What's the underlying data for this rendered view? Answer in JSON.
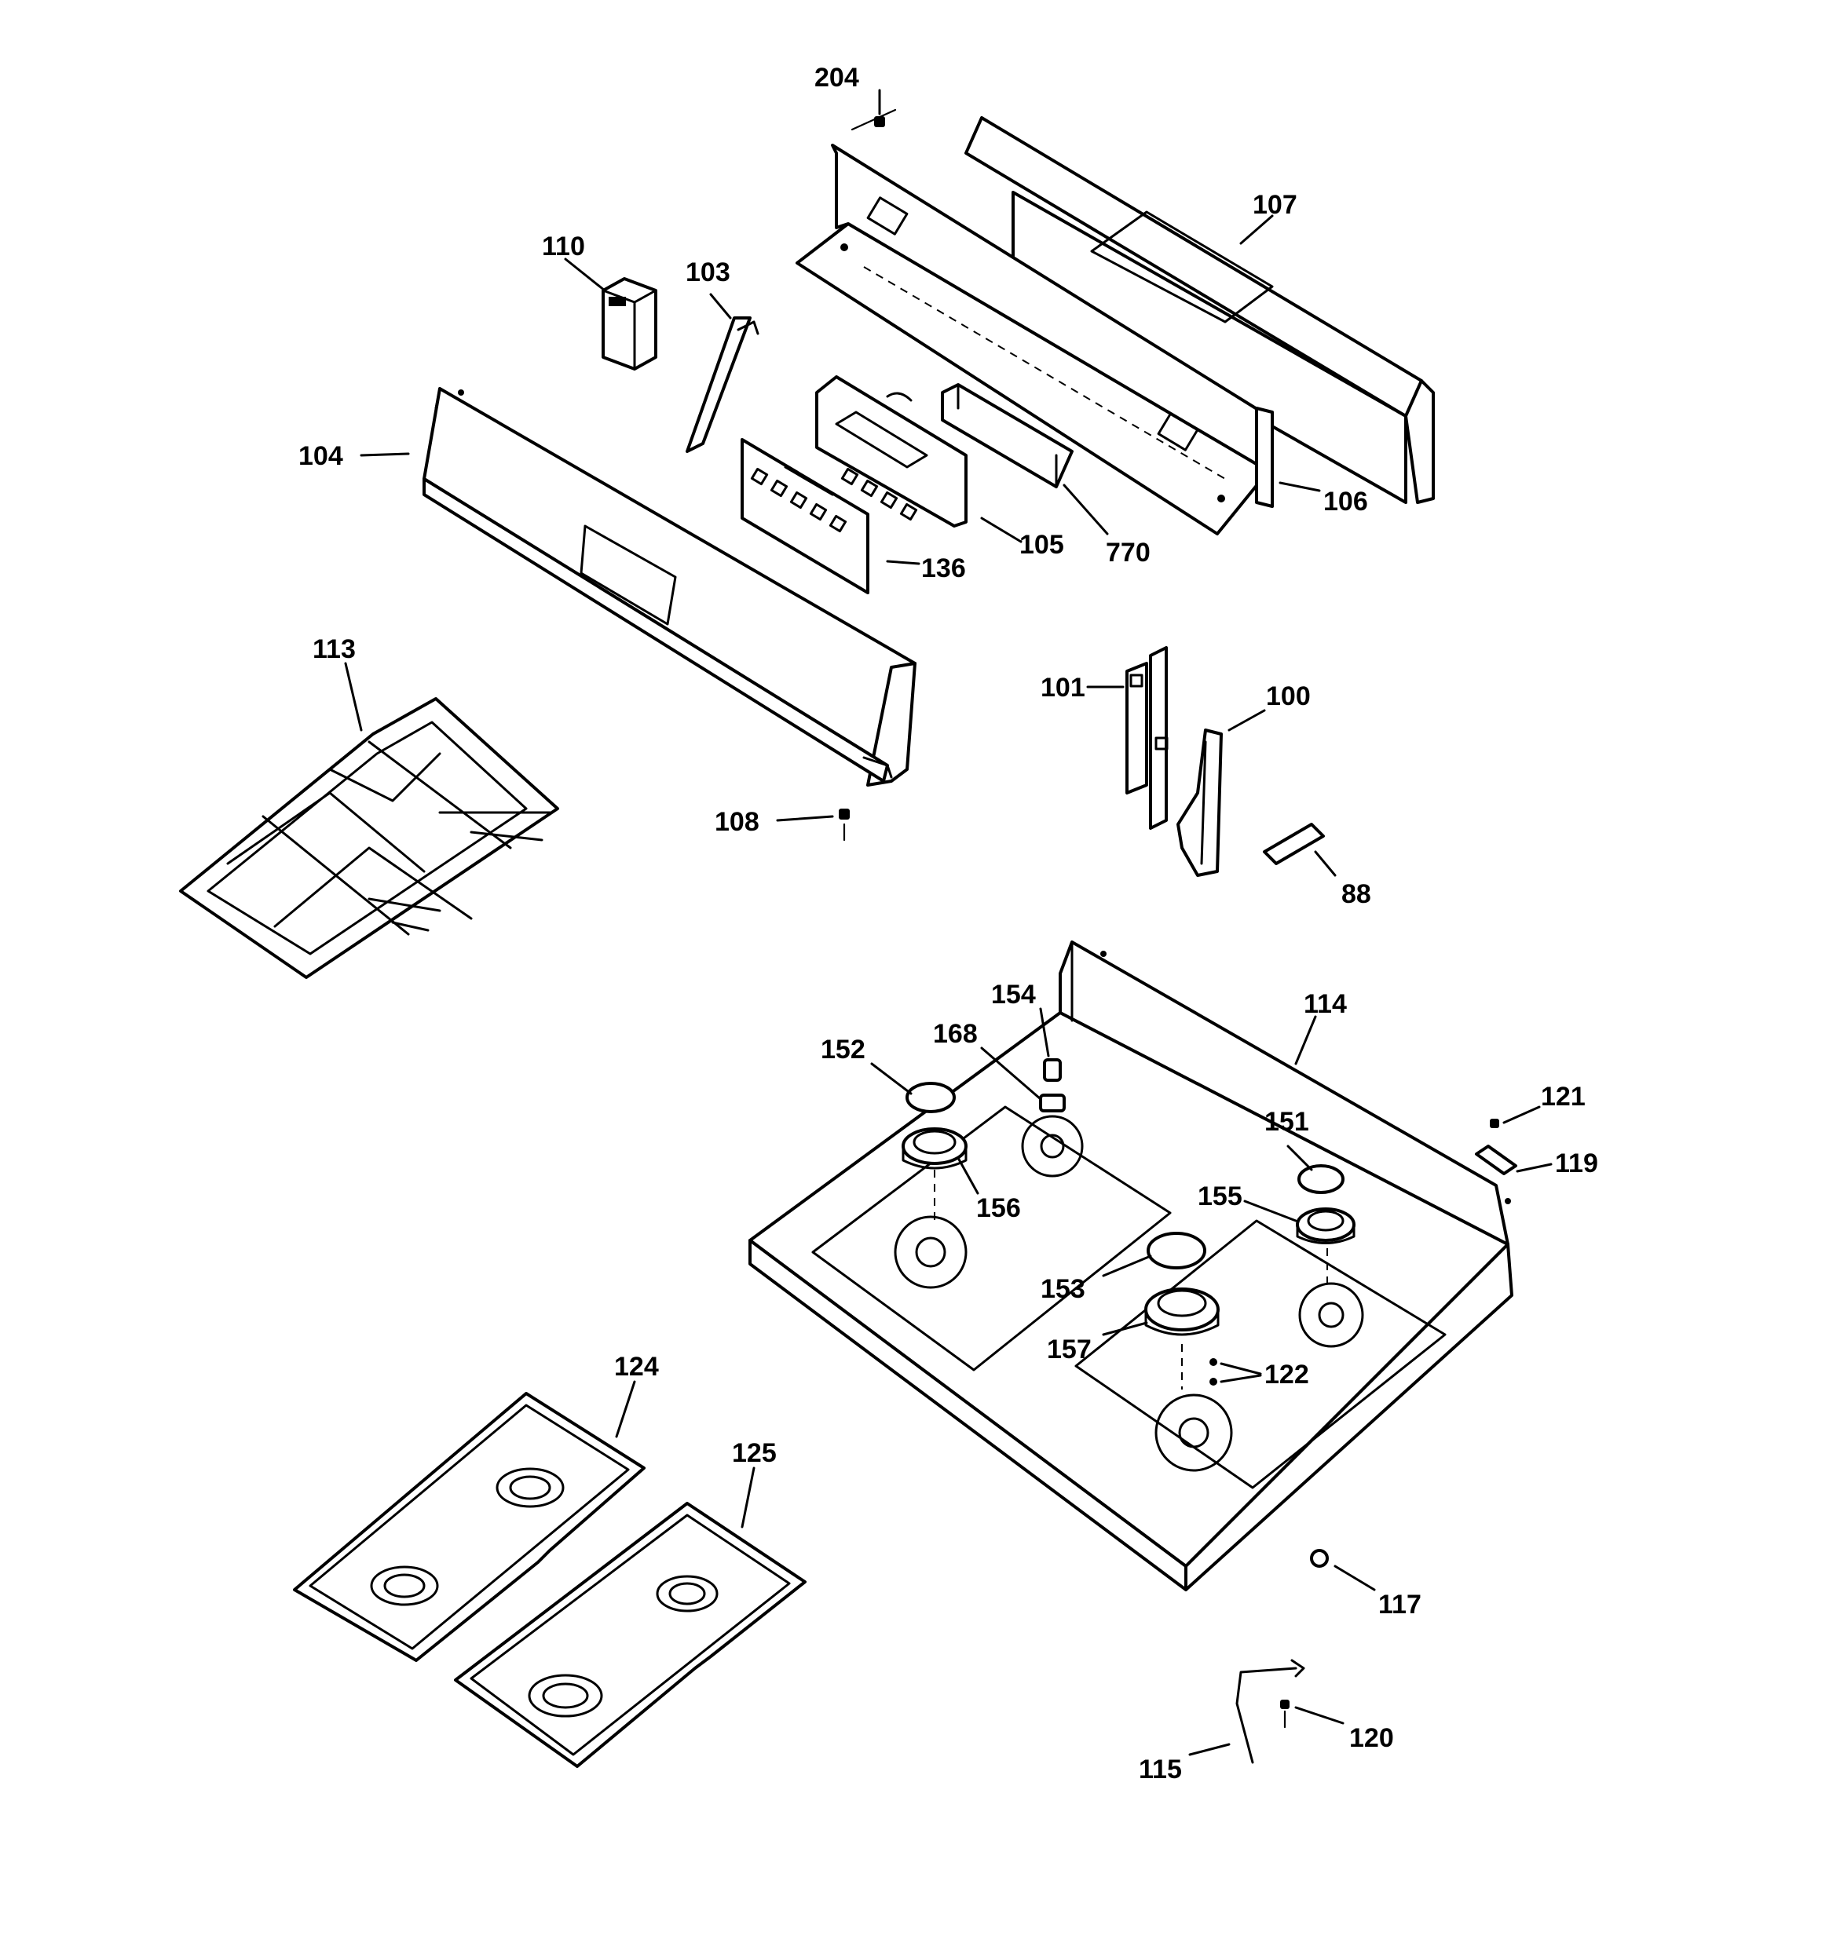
{
  "callouts": {
    "c204": "204",
    "c107": "107",
    "c110": "110",
    "c103": "103",
    "c104": "104",
    "c106": "106",
    "c105": "105",
    "c770": "770",
    "c136": "136",
    "c113": "113",
    "c101": "101",
    "c100": "100",
    "c108": "108",
    "c88": "88",
    "c154": "154",
    "c114": "114",
    "c152": "152",
    "c168": "168",
    "c121": "121",
    "c151": "151",
    "c119": "119",
    "c155": "155",
    "c156": "156",
    "c153": "153",
    "c157": "157",
    "c122": "122",
    "c124": "124",
    "c125": "125",
    "c117": "117",
    "c120": "120",
    "c115": "115"
  },
  "colors": {
    "line": "#000000",
    "background": "#ffffff"
  }
}
